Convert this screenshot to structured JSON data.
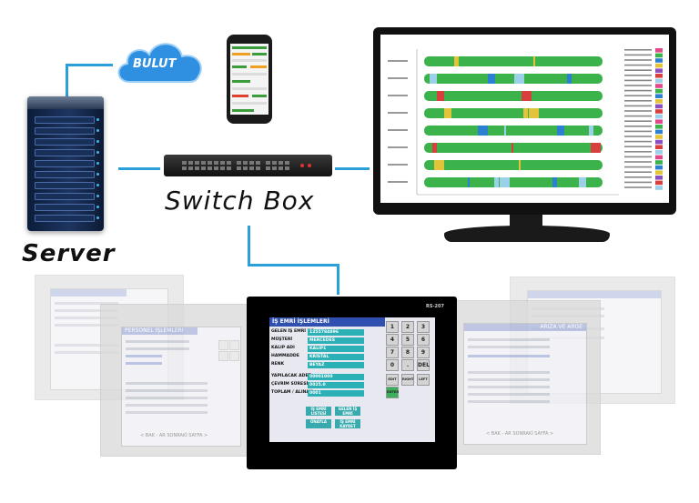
{
  "nodes": {
    "server_label": "Server",
    "cloud_label": "BULUT",
    "switch_label": "Switch Box"
  },
  "colors": {
    "connector": "#2a9fd8",
    "cloud": "#2f8fe0",
    "bar_green": "#3cb24a"
  },
  "hmi": {
    "badge": "RS-207",
    "title": "İŞ EMRİ İŞLEMLERİ",
    "rows": [
      {
        "label": "GELEN İŞ EMRİ NO",
        "value": "1255784896"
      },
      {
        "label": "MÜŞTERİ",
        "value": "MERCEDES"
      },
      {
        "label": "KALIP ADI",
        "value": "KALIP1"
      },
      {
        "label": "HAMMADDE",
        "value": "KRİSTAL"
      },
      {
        "label": "RENK",
        "value": "BEYAZ"
      },
      {
        "label": "YAPILACAK ADET",
        "value": "00001000"
      },
      {
        "label": "ÇEVRİM SÜRESİ",
        "value": "0025.0"
      },
      {
        "label": "TOPLAM / ALINAN",
        "value": "0001"
      }
    ],
    "keys": [
      "1",
      "2",
      "3",
      "4",
      "5",
      "6",
      "7",
      "8",
      "9",
      "0",
      ".",
      "DEL"
    ],
    "buttons": [
      "İŞ EMRİ LİSTESİ",
      "GELEN İŞ EMRİ",
      "ONAYLA",
      "İŞ EMRİ KAYDET"
    ],
    "nav": [
      "EDIT",
      "RIGHT",
      "LEFT",
      "ENTER"
    ]
  },
  "left_panel": {
    "title": "PERSONEL İŞLEMLERİ",
    "footer": "< BAK - AR SONRAKİ SAYFA >"
  },
  "right_panel": {
    "title": "ARIZA VE ARGE",
    "footer": "< BAK - AR SONRAKİ SAYFA >"
  }
}
